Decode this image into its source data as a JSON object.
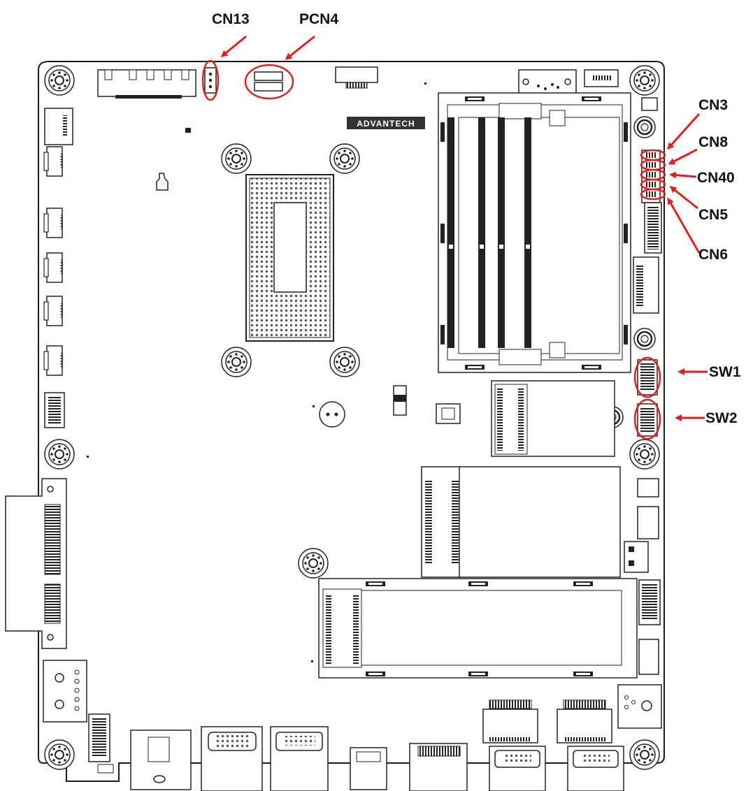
{
  "board": {
    "logo_text": "ADVANTECH",
    "outline_color": "#1a1a1a",
    "highlight_color": "#e0201c"
  },
  "callouts": [
    {
      "id": "cn13",
      "label": "CN13"
    },
    {
      "id": "pcn4",
      "label": "PCN4"
    },
    {
      "id": "cn3",
      "label": "CN3"
    },
    {
      "id": "cn8",
      "label": "CN8"
    },
    {
      "id": "cn40",
      "label": "CN40"
    },
    {
      "id": "cn5",
      "label": "CN5"
    },
    {
      "id": "cn6",
      "label": "CN6"
    },
    {
      "id": "sw1",
      "label": "SW1"
    },
    {
      "id": "sw2",
      "label": "SW2"
    }
  ]
}
